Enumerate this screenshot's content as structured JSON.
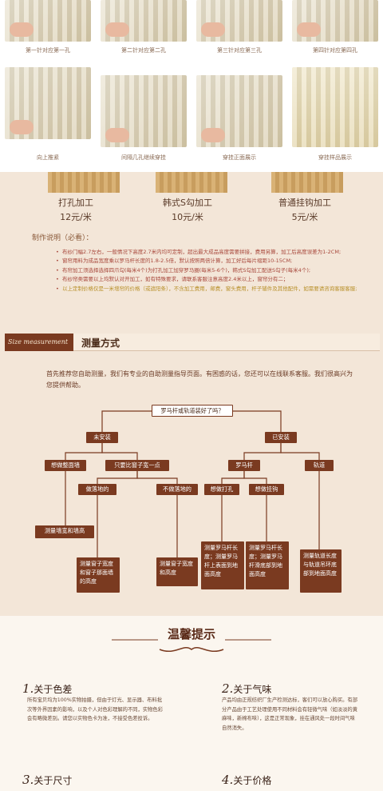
{
  "photo_captions": [
    "第一针对应第一孔",
    "第二针对应第二孔",
    "第三针对应第三孔",
    "第四针对应第四孔",
    "向上推紧",
    "间隔几孔继续穿挂",
    "穿挂正面展示",
    "穿挂样品展示"
  ],
  "prices": [
    {
      "name": "打孔加工",
      "price": "12元/米"
    },
    {
      "name": "韩式S勾加工",
      "price": "10元/米"
    },
    {
      "name": "普通挂钩加工",
      "price": "5元/米"
    }
  ],
  "instructions_title": "制作说明（必看）：",
  "notes": [
    "布纱门幅2.7左右，一般情况下高度2.7米内均可定制，超出最大成品高度需要拼接，费用另算，加工后高度误差为1-2CM;",
    "窗帘用料为成品宽度乘以罗马杆长度的1.8-2.5倍，默认按照两倍计算，加工好后每片褶距10-15CM;",
    "布帘加工须选择选择四爪勾(每米4个)为打孔加工加穿罗马圈(每米5-6个)，韩式S勾加工配送S勾子(每米4个);",
    "布纱帘类需要以上均默认对开加工，如有特殊要求，请联系客服注意高度2.4米以上，窗帘分有二；",
    "以上定制价格仅是一米增帘的价格（或遮阳条），不含加工费用，邮费，窗头费用，杆子辅件及其他配件，如需要请咨询客服客服;"
  ],
  "measure_tag": "Size measurement",
  "measure_title": "测量方式",
  "intro": "首先推荐您自助测量，我们有专业的自助测量指导页面。有困惑的话，您还可以在线联系客服。我们很高兴为您提供帮助。",
  "flow": {
    "q": "罗马杆或轨道装好了吗？",
    "not_installed": "未安装",
    "installed": "已安装",
    "want_full_wall": "想做整面墙",
    "only_window": "只要比窗子宽一点",
    "roman_rod": "罗马杆",
    "track": "轨道",
    "floor": "做落地的",
    "not_floor": "不做落地的",
    "want_punch": "想做打孔",
    "want_hook": "想做挂钩",
    "measure_wall": "测量墙宽和墙高",
    "measure_window_floor": "测量窗子宽度和窗子那面墙的高度",
    "measure_window": "测量窗子宽度和高度",
    "measure_rod_punch": "测量罗马杆长度；测量罗马杆上表面到地面高度",
    "measure_rod_hook": "测量罗马杆长度；测量罗马杆滑底部到地面高度",
    "measure_track": "测量轨道长度与轨道吊环底部到地面高度"
  },
  "tips_title": "温馨提示",
  "tips": [
    {
      "num": "1.",
      "title": "关于色差",
      "body": "所有宝贝均为100%实物拍摄，但由于灯光、显示器、布料批次等外界因素的影响，以及个人对色彩理解的不同，实物色彩会有略微差别。请您以实物色卡为准，不接受色差投诉。"
    },
    {
      "num": "2.",
      "title": "关于气味",
      "body": "产品均由正规纺织厂生产检测达标，客们可以放心购买。有部分产品由于工艺处理使用不同材料会有轻微气味（如淡淡的黄麻味，新棉布味），这是正常现象，挂在通风处一段时间气味自然消失。"
    },
    {
      "num": "3.",
      "title": "关于尺寸"
    },
    {
      "num": "4.",
      "title": "关于价格"
    }
  ]
}
